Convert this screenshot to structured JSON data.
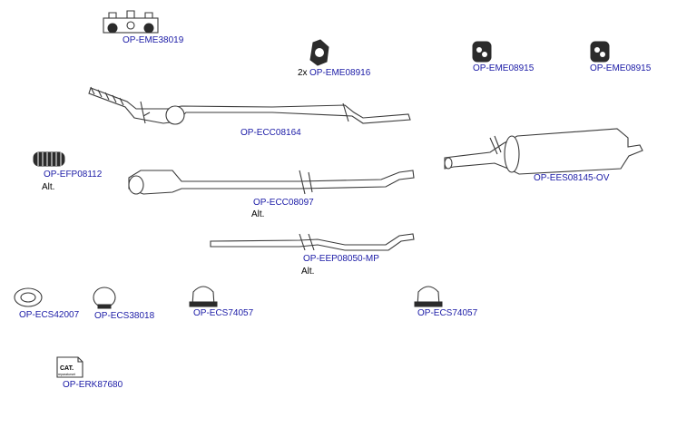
{
  "parts": [
    {
      "id": "ph1",
      "code": "OP-EME38019"
    },
    {
      "id": "ph2",
      "prefix": "2x",
      "code": "OP-EME08916"
    },
    {
      "id": "ph3",
      "code": "OP-EME08915"
    },
    {
      "id": "ph4",
      "code": "OP-EME08915"
    },
    {
      "id": "cat1",
      "code": "OP-ECC08164"
    },
    {
      "id": "flex",
      "code": "OP-EFP08112",
      "note": "Alt."
    },
    {
      "id": "cat2",
      "code": "OP-ECC08097",
      "note": "Alt."
    },
    {
      "id": "rear",
      "code": "OP-EES08145-OV"
    },
    {
      "id": "pipe",
      "code": "OP-EEP08050-MP",
      "note": "Alt."
    },
    {
      "id": "clamp1",
      "code": "OP-ECS42007"
    },
    {
      "id": "clamp2",
      "code": "OP-ECS38018"
    },
    {
      "id": "clamp3",
      "code": "OP-ECS74057"
    },
    {
      "id": "clamp4",
      "code": "OP-ECS74057"
    },
    {
      "id": "kit",
      "code": "OP-ERK87680",
      "icon_text": "CAT.",
      "icon_subtext": "reparaturset"
    }
  ],
  "colors": {
    "label": "#1a1aa6",
    "line": "#3a3a3a",
    "fill": "#2b2b2b"
  }
}
